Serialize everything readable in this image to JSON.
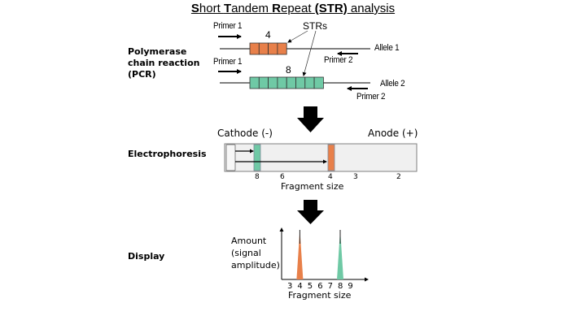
{
  "title": {
    "parts": [
      {
        "text": "S",
        "bold": true
      },
      {
        "text": "hort ",
        "bold": false
      },
      {
        "text": "T",
        "bold": true
      },
      {
        "text": "andem ",
        "bold": false
      },
      {
        "text": "R",
        "bold": true
      },
      {
        "text": "epeat ",
        "bold": false
      },
      {
        "text": "(STR)",
        "bold": true
      },
      {
        "text": " analysis",
        "bold": false
      }
    ]
  },
  "sections": {
    "pcr": {
      "line1": "Polymerase",
      "line2": "chain reaction",
      "line3": "(PCR)"
    },
    "electrophoresis": "Electrophoresis",
    "display": "Display"
  },
  "pcr": {
    "strs_label": "STRs",
    "allele1": {
      "label": "Allele 1",
      "repeat_count": 4,
      "repeat_label": "4",
      "primer1": "Primer 1",
      "primer2": "Primer 2",
      "color": "#e8804a"
    },
    "allele2": {
      "label": "Allele 2",
      "repeat_count": 8,
      "repeat_label": "8",
      "primer1": "Primer 1",
      "primer2": "Primer 2",
      "color": "#6fc9a5"
    }
  },
  "electrophoresis": {
    "cathode": "Cathode (-)",
    "anode": "Anode (+)",
    "gel_color": "#f0f0f0",
    "bands": [
      {
        "fragment": 8,
        "color": "#6fc9a5"
      },
      {
        "fragment": 4,
        "color": "#e8804a"
      }
    ],
    "ticks": [
      "8",
      "6",
      "4",
      "3",
      "2"
    ],
    "xlabel": "Fragment size"
  },
  "display": {
    "ylabel_lines": [
      "Amount",
      "(signal",
      "amplitude)"
    ],
    "xlabel": "Fragment size",
    "ticks": [
      "3",
      "4",
      "5",
      "6",
      "7",
      "8",
      "9"
    ],
    "peaks": [
      {
        "fragment": 4,
        "color": "#e8804a"
      },
      {
        "fragment": 8,
        "color": "#6fc9a5"
      }
    ]
  }
}
